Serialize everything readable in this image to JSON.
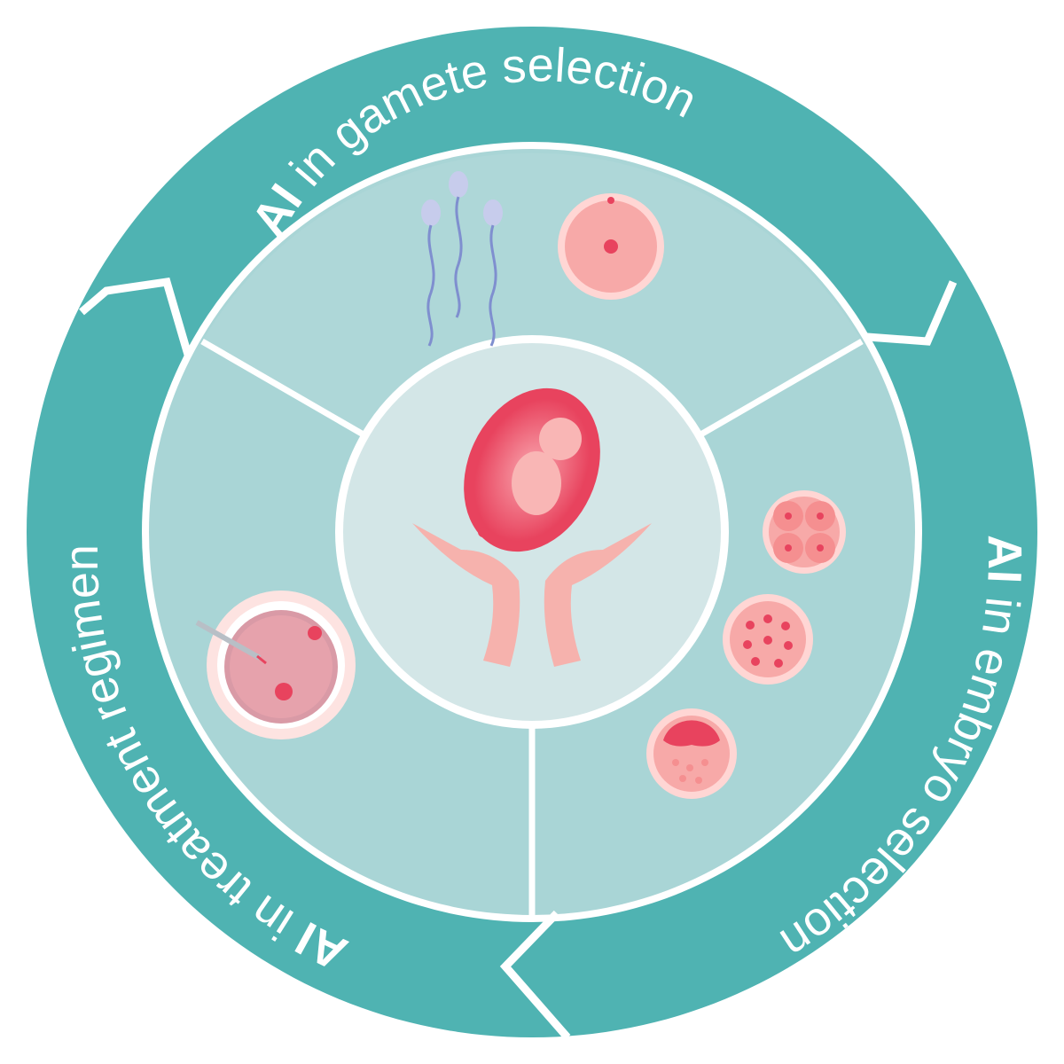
{
  "colors": {
    "ring": "#4fb3b2",
    "sector": "#a9d5d6",
    "center": "#d3e6e7",
    "divider": "#ffffff",
    "cell_pink": "#f7b0ae",
    "cell_red": "#e8435e",
    "skin": "#f6b2ad"
  },
  "ring_labels": {
    "gamete": {
      "strong": "AI",
      "rest": " in gamete selection"
    },
    "embryo": {
      "strong": "AI",
      "rest": " in embryo selection"
    },
    "treatment": {
      "strong": "AI",
      "rest": " in treatment regimen"
    }
  },
  "icons": {
    "sperm": "sperm-icon",
    "oocyte": "oocyte-icon",
    "embryo_4cell": "four-cell-embryo-icon",
    "morula": "morula-icon",
    "blastocyst": "blastocyst-icon",
    "icsi": "icsi-injection-icon",
    "fetus": "fetus-in-womb-icon",
    "hands": "caring-hands-icon"
  }
}
